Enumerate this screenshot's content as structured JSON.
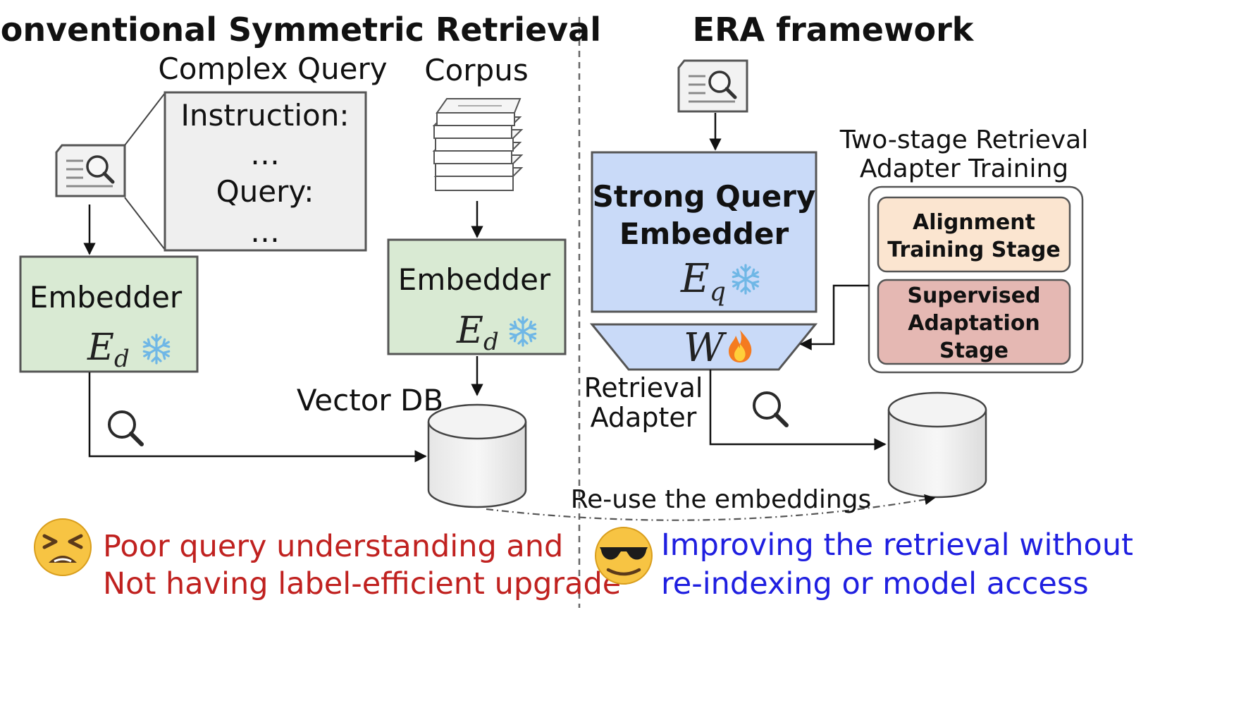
{
  "left_panel": {
    "title": "Conventional Symmetric Retrieval",
    "complex_query_label": "Complex Query",
    "query_card": {
      "line1": "Instruction:",
      "line2": "…",
      "line3": "Query:",
      "line4": "…"
    },
    "corpus_label": "Corpus",
    "query_embedder": {
      "name": "Embedder",
      "symbol_base": "E",
      "symbol_sub": "d"
    },
    "doc_embedder": {
      "name": "Embedder",
      "symbol_base": "E",
      "symbol_sub": "d"
    },
    "vector_db_label": "Vector DB",
    "bottom_line1": "Poor query understanding and",
    "bottom_line2": "Not having label-efficient upgrade",
    "bottom_color": "#c0211f"
  },
  "right_panel": {
    "title": "ERA framework",
    "query_embedder": {
      "line1": "Strong Query",
      "line2": "Embedder",
      "symbol_base": "E",
      "symbol_sub": "q"
    },
    "adapter_symbol": "W",
    "adapter_label_line1": "Retrieval",
    "adapter_label_line2": "Adapter",
    "training": {
      "title_line1": "Two-stage Retrieval",
      "title_line2": "Adapter Training",
      "stage1_line1": "Alignment",
      "stage1_line2": "Training Stage",
      "stage2_line1": "Supervised",
      "stage2_line2": "Adaptation",
      "stage2_line3": "Stage"
    },
    "reuse_label": "Re-use the embeddings",
    "bottom_line1": "Improving the retrieval without",
    "bottom_line2": "re-indexing or model access",
    "bottom_color": "#1f1fe0"
  },
  "icons": {
    "frozen": "snowflake-icon",
    "trainable": "fire-icon",
    "search": "magnifier-icon",
    "sad": "tired-face-emoji",
    "happy": "sunglasses-face-emoji"
  },
  "colors": {
    "embedder_green": "#d9ead3",
    "query_embedder_blue": "#c9daf8",
    "alignment_stage": "#fbe5d0",
    "supervised_stage": "#e5b8b3"
  }
}
